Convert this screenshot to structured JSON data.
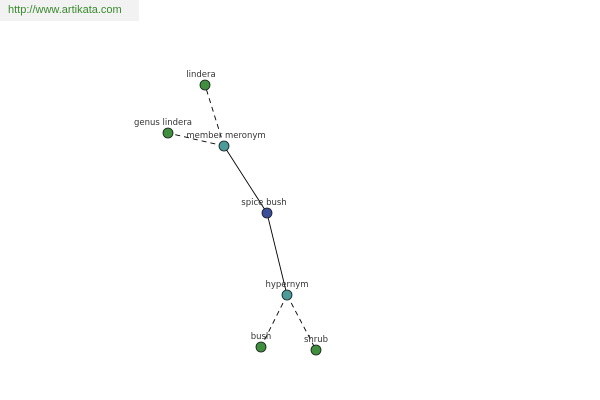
{
  "header": {
    "url": "http://www.artikata.com"
  },
  "graph": {
    "colors": {
      "root": "#3b4f9a",
      "relation": "#4b9b9b",
      "term": "#3f8f3f",
      "edge": "#000000",
      "node_stroke": "#1a1a1a"
    },
    "nodes": [
      {
        "id": "spice-bush",
        "label": "spice bush",
        "kind": "root"
      },
      {
        "id": "member-meronym",
        "label": "member meronym",
        "kind": "relation"
      },
      {
        "id": "hypernym",
        "label": "hypernym",
        "kind": "relation"
      },
      {
        "id": "lindera",
        "label": "lindera",
        "kind": "term"
      },
      {
        "id": "genus-lindera",
        "label": "genus lindera",
        "kind": "term"
      },
      {
        "id": "bush",
        "label": "bush",
        "kind": "term"
      },
      {
        "id": "shrub",
        "label": "shrub",
        "kind": "term"
      }
    ],
    "edges": [
      {
        "from": "spice-bush",
        "to": "member-meronym",
        "style": "solid"
      },
      {
        "from": "spice-bush",
        "to": "hypernym",
        "style": "solid"
      },
      {
        "from": "member-meronym",
        "to": "lindera",
        "style": "dashed"
      },
      {
        "from": "member-meronym",
        "to": "genus-lindera",
        "style": "dashed"
      },
      {
        "from": "hypernym",
        "to": "bush",
        "style": "dashed"
      },
      {
        "from": "hypernym",
        "to": "shrub",
        "style": "dashed"
      }
    ]
  }
}
